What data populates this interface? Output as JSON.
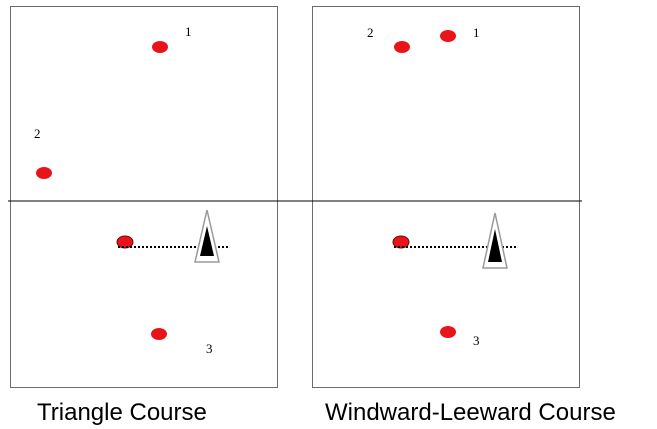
{
  "colors": {
    "mark": "#e8141a",
    "mark_outline": "#b00000",
    "panel_border": "#6b6b6b",
    "boat": "#000000"
  },
  "panels": [
    {
      "caption": "Triangle Course",
      "marks": [
        {
          "label": "1"
        },
        {
          "label": "2"
        },
        {
          "label": ""
        },
        {
          "label": "3"
        }
      ],
      "icons": [
        "start-mark-icon",
        "committee-boat-icon",
        "start-line-icon"
      ]
    },
    {
      "caption": "Windward-Leeward Course",
      "marks": [
        {
          "label": "1"
        },
        {
          "label": "2"
        },
        {
          "label": ""
        },
        {
          "label": "3"
        }
      ],
      "icons": [
        "start-mark-icon",
        "committee-boat-icon",
        "start-line-icon"
      ]
    }
  ]
}
